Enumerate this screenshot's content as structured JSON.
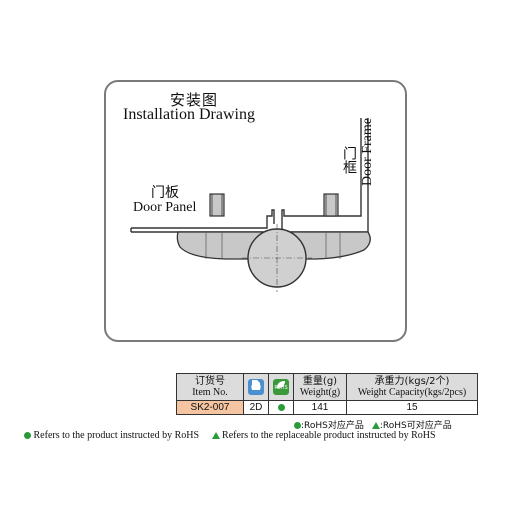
{
  "drawing": {
    "title_cn": "安装图",
    "title_en": "Installation Drawing",
    "door_panel_cn": "门板",
    "door_panel_en": "Door Panel",
    "door_frame_cn": "门框",
    "door_frame_en": "Door Frame"
  },
  "table": {
    "header": {
      "item_cn": "订货号",
      "item_en": "Item No.",
      "weight_cn": "重量(g)",
      "weight_en": "Weight(g)",
      "capacity_cn": "承重力(kgs/2个)",
      "capacity_en": "Weight Capacity(kgs/2pcs)"
    },
    "icons": {
      "cad": "cad-file-icon",
      "rohs": "rohs-leaf-icon"
    },
    "row": {
      "item": "SK2-007",
      "cad": "2D",
      "weight": "141",
      "capacity": "15"
    }
  },
  "legend": {
    "short_rohs": ":RoHS对应产品",
    "short_replaceable": ":RoHS可对应产品",
    "long_rohs": "Refers to the product instructed by RoHS",
    "long_replaceable": "Refers to the replaceable product instructed by RoHS"
  },
  "colors": {
    "frame_border": "#7a7a7a",
    "header_bg": "#dcdcdc",
    "item_bg": "#f4c5a0",
    "rohs_green": "#2a9a3a",
    "cad_blue": "#4a8fd0"
  }
}
